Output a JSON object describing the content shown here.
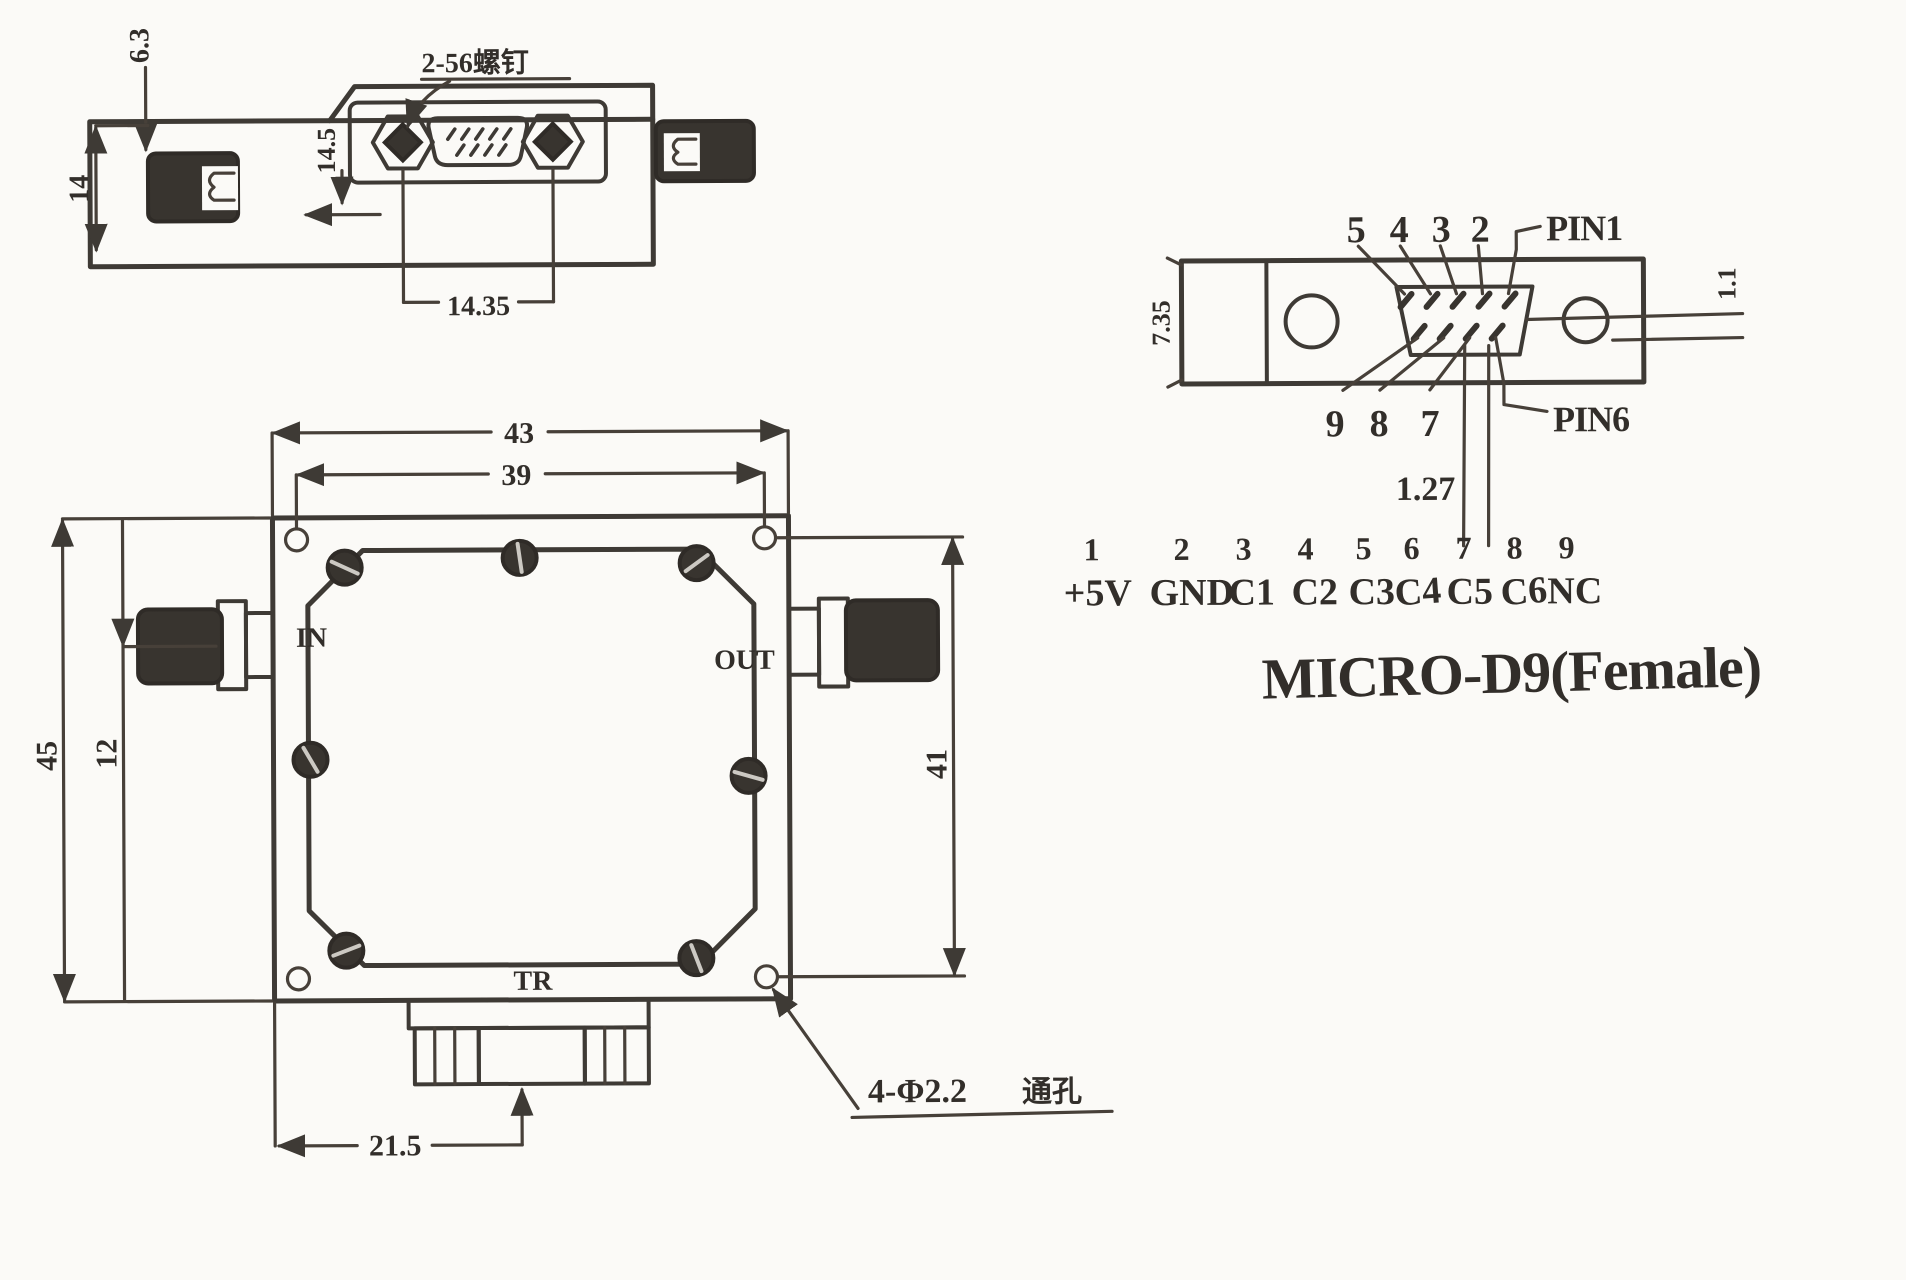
{
  "side_view": {
    "dims": {
      "offset_top": "6.3",
      "height": "14",
      "connector_drop": "14.5",
      "jackscrew_spacing": "14.35"
    },
    "screw_note": "2-56螺钉"
  },
  "front_view": {
    "dims": {
      "width": "43",
      "hole_span_h": "39",
      "height": "45",
      "in_offset": "12",
      "hole_span_v": "41",
      "dsub_offset": "21.5"
    },
    "labels": {
      "in": "IN",
      "out": "OUT",
      "tr": "TR"
    },
    "hole_note": {
      "latin": "4-Φ2.2",
      "cjk": "通孔"
    }
  },
  "pinout": {
    "dims": {
      "height": "7.35",
      "pitch": "1.27",
      "row_offset": "1.1"
    },
    "callouts": {
      "top": [
        "5",
        "4",
        "3",
        "2"
      ],
      "pin1": "PIN1",
      "bottom": [
        "9",
        "8",
        "7"
      ],
      "pin6": "PIN6"
    },
    "table": [
      {
        "num": "1",
        "fn": "+5V"
      },
      {
        "num": "2",
        "fn": "GND"
      },
      {
        "num": "3",
        "fn": "C1"
      },
      {
        "num": "4",
        "fn": "C2"
      },
      {
        "num": "5",
        "fn": "C3"
      },
      {
        "num": "6",
        "fn": "C4"
      },
      {
        "num": "7",
        "fn": "C5"
      },
      {
        "num": "8",
        "fn": "C6"
      },
      {
        "num": "9",
        "fn": "NC"
      }
    ],
    "title": "MICRO-D9(Female)"
  }
}
